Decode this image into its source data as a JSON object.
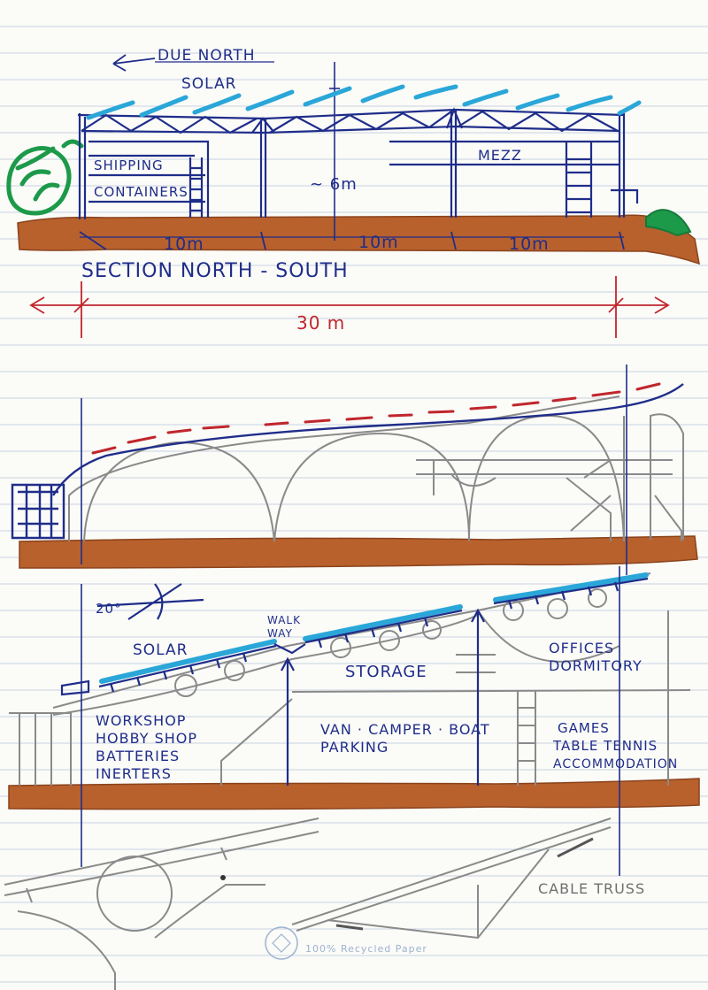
{
  "sheet": {
    "accent_colors": {
      "ink_blue": "#1f2d8a",
      "solar_cyan": "#2aa7d8",
      "ground_rust": "#b8612d",
      "dimension_red": "#c0262c",
      "pencil_grey": "#8a8a8a",
      "hedge_green": "#1c9a4a"
    },
    "stamp_text": "100% Recycled Paper"
  },
  "section_north_south": {
    "north_label": "DUE NORTH",
    "solar_label": "SOLAR",
    "containers_label_1": "SHIPPING",
    "containers_label_2": "CONTAINERS",
    "mezz_label": "MEZZ",
    "height_label": "~ 6m",
    "bay_1": "10m",
    "bay_2": "10m",
    "bay_3": "10m",
    "title": "SECTION NORTH - SOUTH",
    "overall_dimension": "30 m"
  },
  "sloped_section": {
    "angle_label": "20°",
    "solar_label": "SOLAR",
    "walkway_label_1": "WALK",
    "walkway_label_2": "WAY",
    "storage_label": "STORAGE",
    "offices_label_1": "OFFICES",
    "offices_label_2": "DORMITORY",
    "workshop_lines": [
      "WORKSHOP",
      "HOBBY SHOP",
      "BATTERIES",
      "INERTERS"
    ],
    "parking_lines": [
      "VAN · CAMPER · BOAT",
      "PARKING"
    ],
    "games_lines": [
      "GAMES",
      "TABLE TENNIS",
      "ACCOMMODATION"
    ]
  },
  "truss_detail": {
    "label": "CABLE TRUSS"
  }
}
